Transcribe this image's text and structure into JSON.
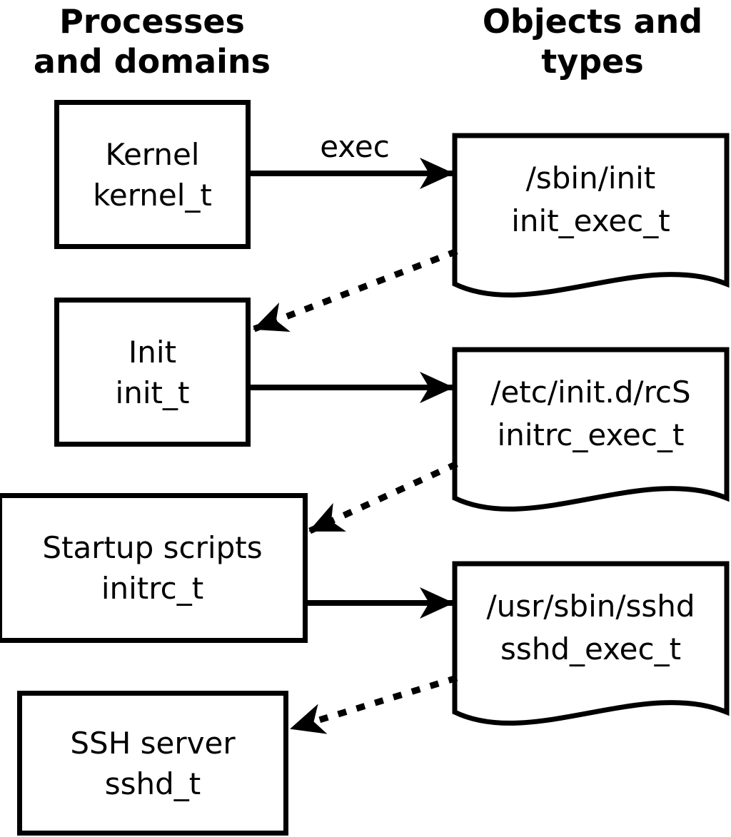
{
  "diagram": {
    "left_column_header": {
      "line1": "Processes",
      "line2": "and domains"
    },
    "right_column_header": {
      "line1": "Objects and",
      "line2": "types"
    },
    "processes": [
      {
        "label": "Kernel",
        "type": "kernel_t"
      },
      {
        "label": "Init",
        "type": "init_t"
      },
      {
        "label": "Startup scripts",
        "type": "initrc_t"
      },
      {
        "label": "SSH server",
        "type": "sshd_t"
      }
    ],
    "objects": [
      {
        "label": "/sbin/init",
        "type": "init_exec_t"
      },
      {
        "label": "/etc/init.d/rcS",
        "type": "initrc_exec_t"
      },
      {
        "label": "/usr/sbin/sshd",
        "type": "sshd_exec_t"
      }
    ],
    "arrow_labels": {
      "exec": "exec"
    },
    "colors": {
      "foreground": "#000000",
      "background": "#ffffff"
    }
  }
}
